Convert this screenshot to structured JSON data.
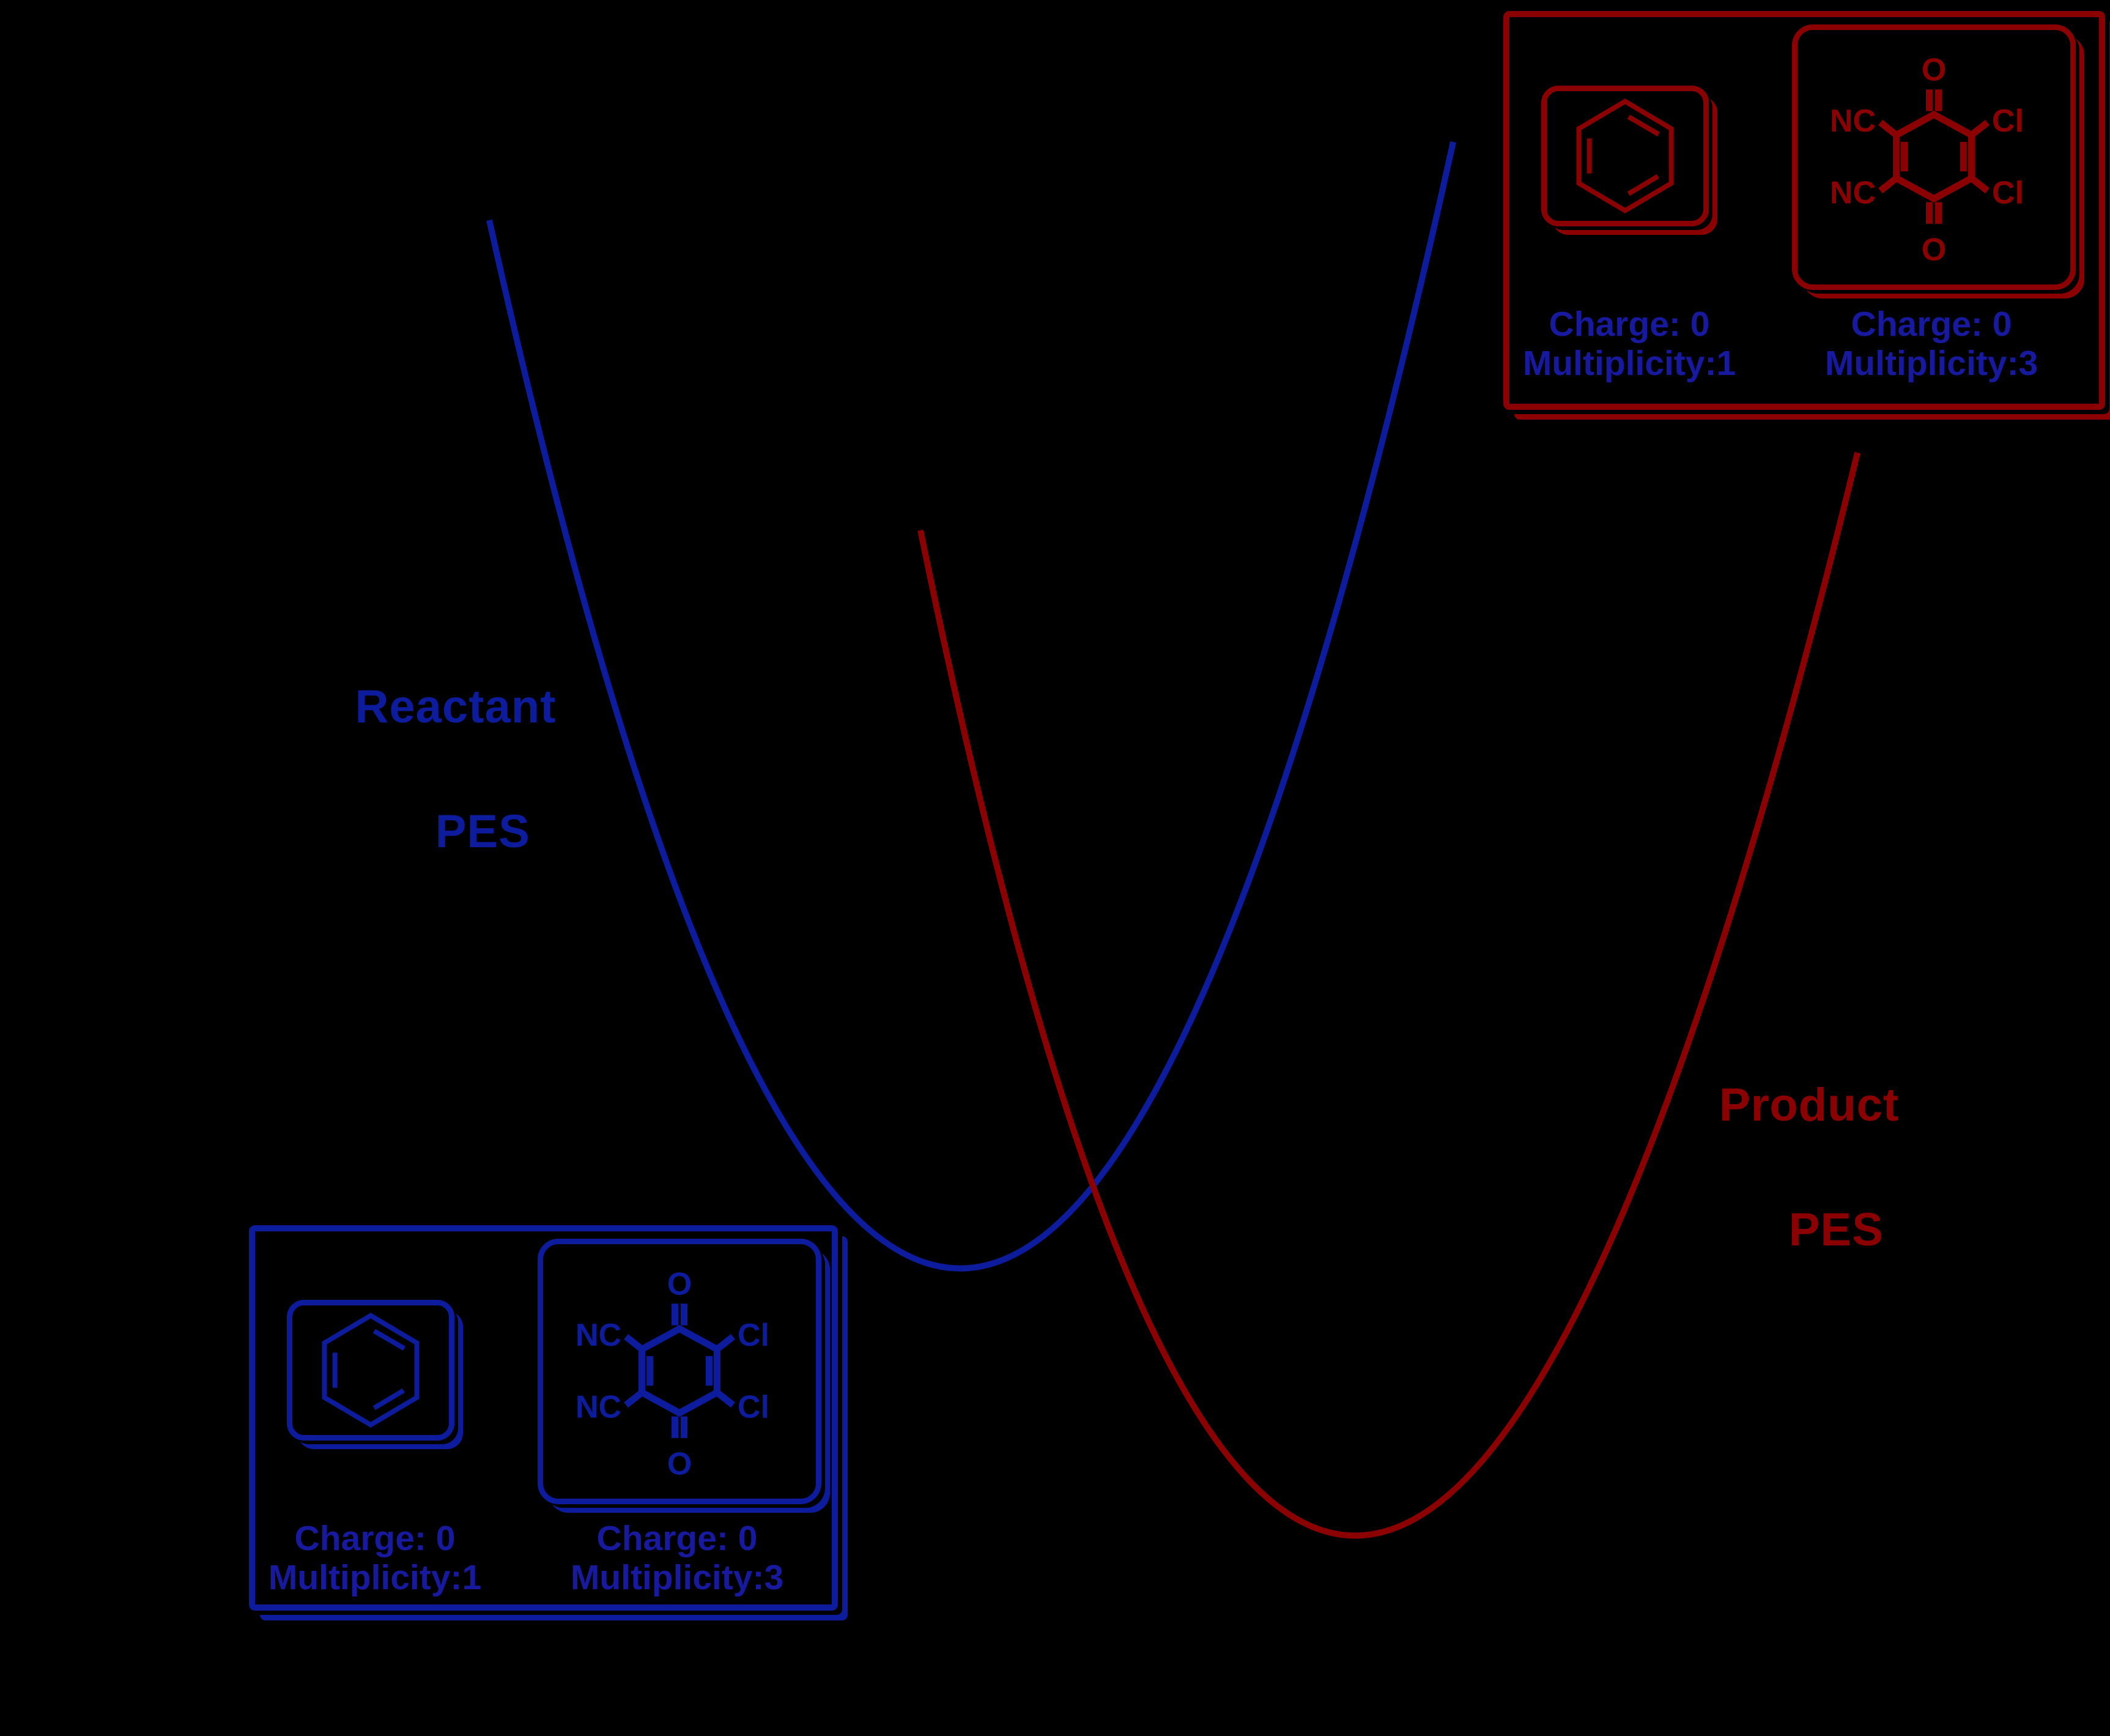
{
  "colors": {
    "background": "#000000",
    "reactant_blue": "#0D1C9C",
    "product_red": "#8B0000",
    "charge_text_blue": "#17199E"
  },
  "curves": {
    "reactant": {
      "label_line1": "Reactant",
      "label_line2": "PES"
    },
    "product": {
      "label_line1": "Product",
      "label_line2": "PES"
    }
  },
  "panels": {
    "product": {
      "molecules": [
        {
          "id": "benzene",
          "charge": "Charge: 0",
          "multiplicity": "Multiplicity:1"
        },
        {
          "id": "ddq",
          "charge": "Charge: 0",
          "multiplicity": "Multiplicity:3",
          "atoms": {
            "o_top": "O",
            "o_bottom": "O",
            "nc_top": "NC",
            "nc_bottom": "NC",
            "cl_top": "Cl",
            "cl_bottom": "Cl"
          }
        }
      ]
    },
    "reactant": {
      "molecules": [
        {
          "id": "benzene",
          "charge": "Charge: 0",
          "multiplicity": "Multiplicity:1"
        },
        {
          "id": "ddq",
          "charge": "Charge: 0",
          "multiplicity": "Multiplicity:3",
          "atoms": {
            "o_top": "O",
            "o_bottom": "O",
            "nc_top": "NC",
            "nc_bottom": "NC",
            "cl_top": "Cl",
            "cl_bottom": "Cl"
          }
        }
      ]
    }
  }
}
